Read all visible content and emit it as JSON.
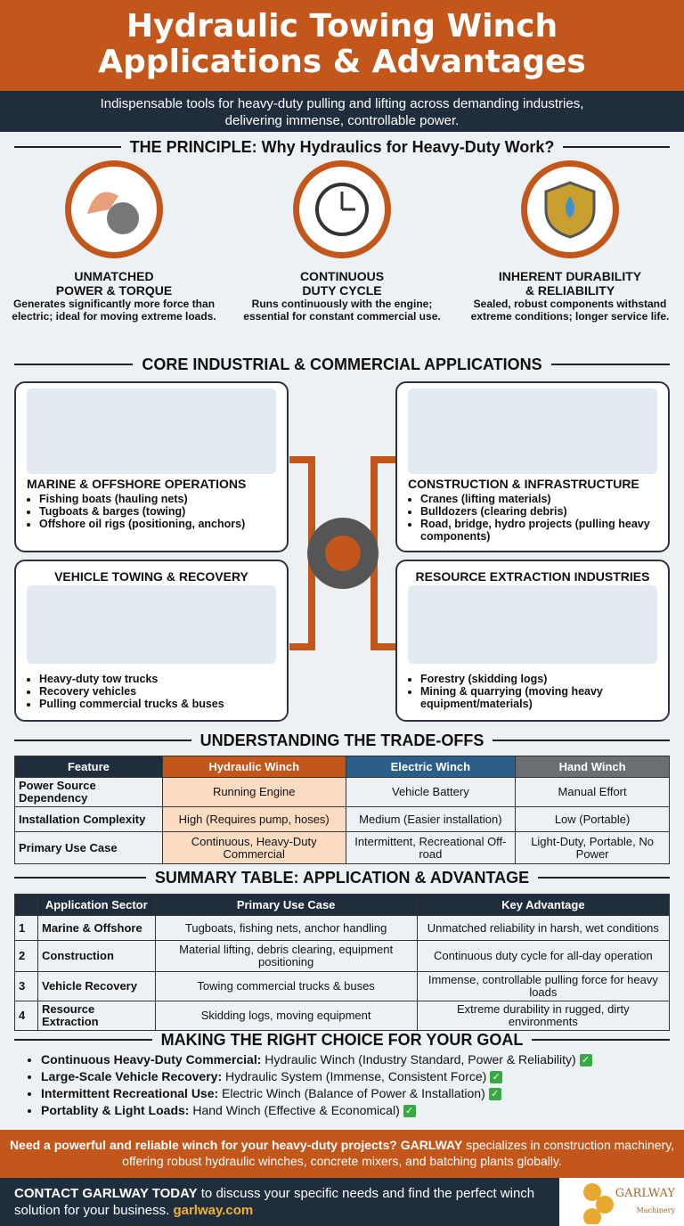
{
  "header": {
    "title_line1": "Hydraulic Towing Winch",
    "title_line2": "Applications & Advantages",
    "subtitle": "Indispensable tools for heavy-duty pulling and lifting across demanding industries, delivering immense, controllable power."
  },
  "principle": {
    "heading": "THE PRINCIPLE: Why Hydraulics for Heavy-Duty Work?",
    "items": [
      {
        "icon": "muscle-gear-icon",
        "title1": "UNMATCHED",
        "title2": "POWER & TORQUE",
        "desc": "Generates significantly more force than electric; ideal for moving extreme loads."
      },
      {
        "icon": "clock-valve-icon",
        "title1": "CONTINUOUS",
        "title2": "DUTY CYCLE",
        "desc": "Runs continuously with the engine; essential for constant commercial use."
      },
      {
        "icon": "shield-drop-icon",
        "title1": "INHERENT DURABILITY",
        "title2": "& RELIABILITY",
        "desc": "Sealed, robust components withstand extreme conditions; longer service life."
      }
    ]
  },
  "applications": {
    "heading": "CORE INDUSTRIAL & COMMERCIAL APPLICATIONS",
    "cards": [
      {
        "title": "MARINE & OFFSHORE OPERATIONS",
        "items": [
          "Fishing boats (hauling nets)",
          "Tugboats & barges (towing)",
          "Offshore oil rigs (positioning, anchors)"
        ]
      },
      {
        "title": "CONSTRUCTION & INFRASTRUCTURE",
        "items": [
          "Cranes (lifting materials)",
          "Bulldozers (clearing debris)",
          "Road, bridge, hydro projects (pulling heavy components)"
        ]
      },
      {
        "title": "VEHICLE TOWING & RECOVERY",
        "items": [
          "Heavy-duty tow trucks",
          "Recovery vehicles",
          "Pulling commercial trucks & buses"
        ]
      },
      {
        "title": "RESOURCE EXTRACTION INDUSTRIES",
        "items": [
          "Forestry (skidding logs)",
          "Mining & quarrying (moving heavy equipment/materials)"
        ]
      }
    ]
  },
  "tradeoffs": {
    "heading": "UNDERSTANDING THE TRADE-OFFS",
    "headers": [
      "Feature",
      "Hydraulic Winch",
      "Electric Winch",
      "Hand Winch"
    ],
    "rows": [
      [
        "Power Source Dependency",
        "Running Engine",
        "Vehicle Battery",
        "Manual Effort"
      ],
      [
        "Installation Complexity",
        "High (Requires pump, hoses)",
        "Medium (Easier installation)",
        "Low (Portable)"
      ],
      [
        "Primary Use Case",
        "Continuous, Heavy-Duty Commercial",
        "Intermittent, Recreational Off-road",
        "Light-Duty, Portable, No Power"
      ]
    ],
    "colors": {
      "hydraulic": "#c3561a",
      "electric": "#2b5f8a",
      "hand": "#6b6f73"
    }
  },
  "summary": {
    "heading": "SUMMARY TABLE: APPLICATION & ADVANTAGE",
    "headers": [
      "",
      "Application Sector",
      "Primary Use Case",
      "Key Advantage"
    ],
    "rows": [
      [
        "1",
        "Marine & Offshore",
        "Tugboats, fishing nets, anchor handling",
        "Unmatched reliability in harsh, wet conditions"
      ],
      [
        "2",
        "Construction",
        "Material lifting, debris clearing, equipment positioning",
        "Continuous duty cycle for all-day operation"
      ],
      [
        "3",
        "Vehicle Recovery",
        "Towing commercial trucks & buses",
        "Immense, controllable pulling force for heavy loads"
      ],
      [
        "4",
        "Resource Extraction",
        "Skidding logs, moving equipment",
        "Extreme durability in rugged, dirty environments"
      ]
    ]
  },
  "choice": {
    "heading": "MAKING THE RIGHT CHOICE FOR YOUR GOAL",
    "items": [
      {
        "label": "Continuous Heavy-Duty Commercial:",
        "text": " Hydraulic Winch (Industry Standard, Power & Reliability) "
      },
      {
        "label": "Large-Scale Vehicle Recovery:",
        "text": " Hydraulic System (Immense, Consistent Force) "
      },
      {
        "label": "Intermittent Recreational Use:",
        "text": " Electric Winch (Balance of Power & Installation) "
      },
      {
        "label": "Portablity & Light Loads:",
        "text": " Hand Winch (Effective & Economical) "
      }
    ],
    "check": "✓"
  },
  "promo": {
    "bold": "Need a powerful and reliable winch for your heavy-duty projects? GARLWAY",
    "rest": " specializes in construction machinery, offering robust hydraulic winches, concrete mixers, and batching plants globally."
  },
  "footer": {
    "bold": "CONTACT GARLWAY TODAY",
    "rest": " to discuss your specific needs and find the perfect winch solution for your business. ",
    "link": "garlway.com",
    "logo_text": "GARLWAY",
    "logo_sub": "Machinery"
  },
  "colors": {
    "orange": "#c3561a",
    "navy": "#1f2d3d",
    "link": "#f2b134"
  }
}
